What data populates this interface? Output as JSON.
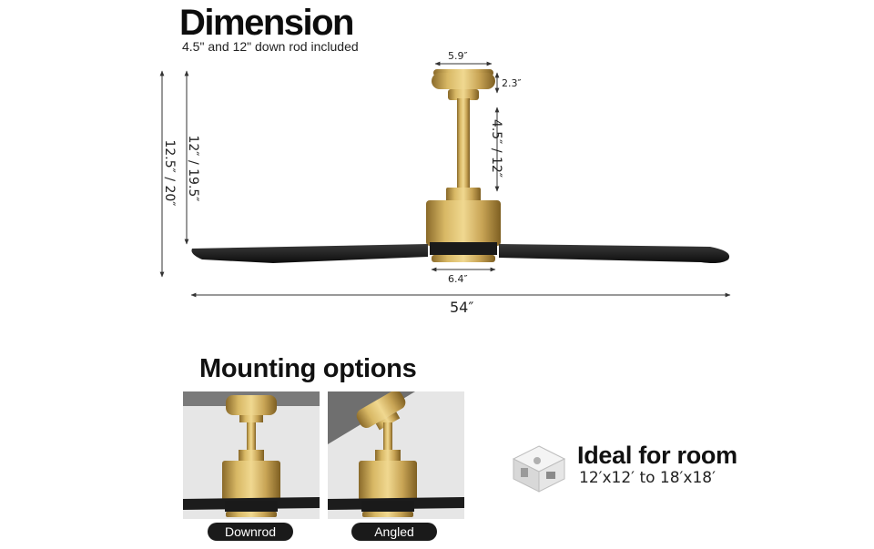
{
  "header": {
    "title": "Dimension",
    "subtitle": "4.5\" and 12\" down rod included"
  },
  "dimensions": {
    "canopy_width": "5.9″",
    "canopy_height": "2.3″",
    "downrod_length": "4.5″ / 12″",
    "motor_width": "6.4″",
    "blade_span": "54″",
    "blade_to_ceiling": "12″ / 19.5″",
    "overall_height": "12.5″ / 20″"
  },
  "mounting": {
    "title": "Mounting options",
    "options": [
      {
        "label": "Downrod"
      },
      {
        "label": "Angled"
      }
    ]
  },
  "room": {
    "title": "Ideal for room",
    "size": "12′x12′ to 18′x18′"
  },
  "colors": {
    "brass": "#b8964a",
    "blade": "#1c1c1c",
    "text": "#111111"
  }
}
